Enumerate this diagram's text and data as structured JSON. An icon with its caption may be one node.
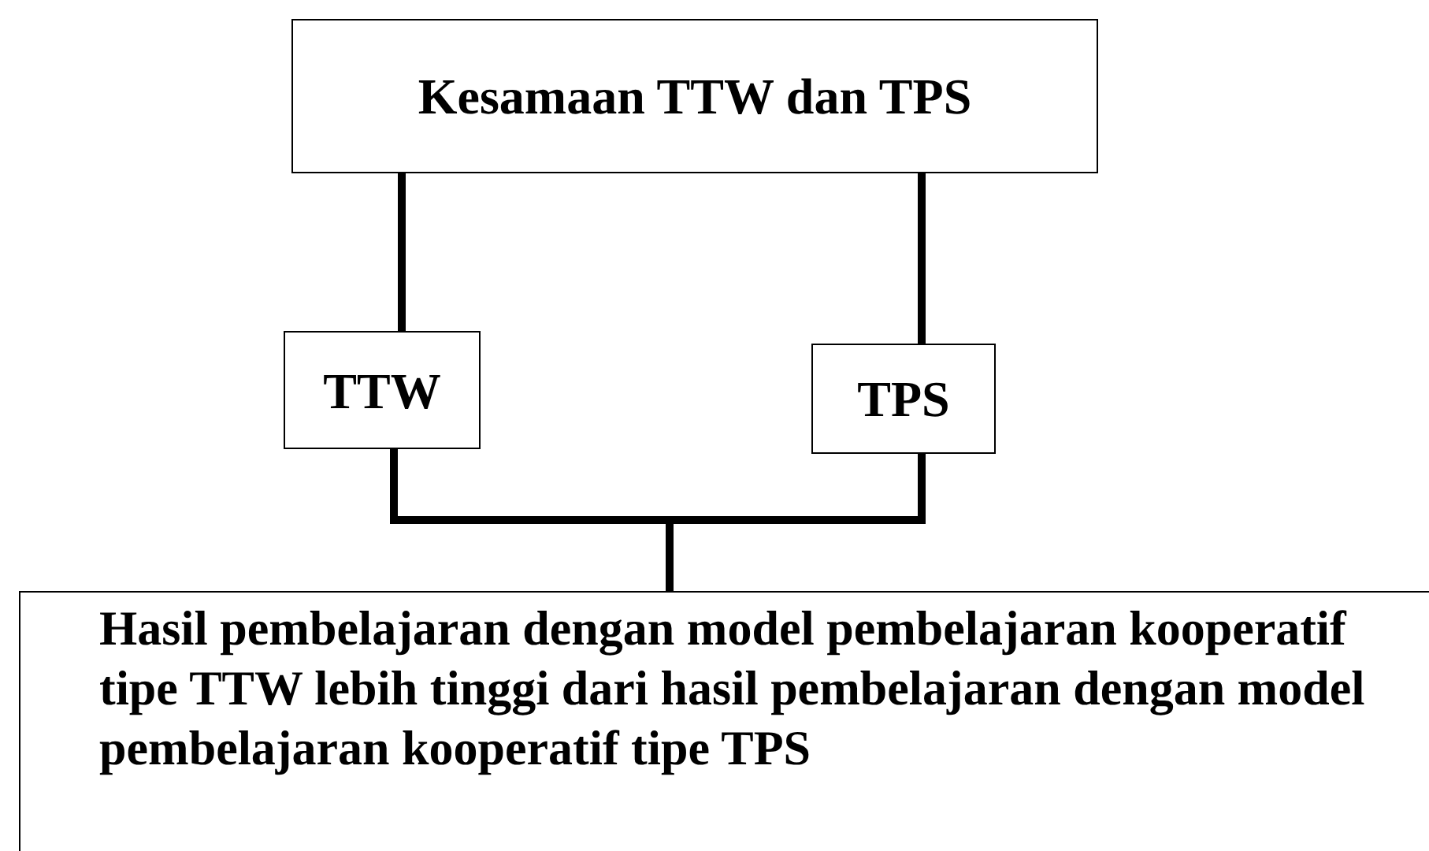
{
  "diagram": {
    "nodes": [
      {
        "text": [
          "Kesamaan TTW dan TPS"
        ]
      },
      {
        "text": [
          "TTW"
        ]
      },
      {
        "text": [
          "TPS"
        ]
      },
      {
        "text": [
          "Hasil pembelajaran dengan model pembelajaran kooperatif tipe TTW lebih tinggi dari hasil pembelajaran dengan model pembelajaran kooperatif tipe TPS"
        ]
      }
    ],
    "edges": [
      {
        "from": 0,
        "to": 1,
        "arrow": "none"
      },
      {
        "from": 0,
        "to": 2,
        "arrow": "none"
      },
      {
        "from": 1,
        "to": 3,
        "arrow": "none"
      },
      {
        "from": 2,
        "to": 3,
        "arrow": "none"
      }
    ]
  }
}
